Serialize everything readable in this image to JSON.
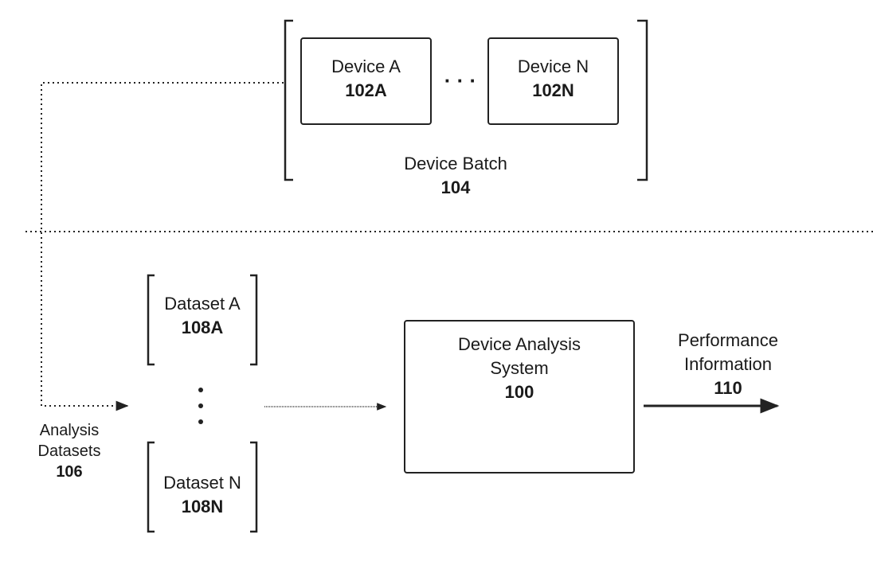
{
  "device_batch": {
    "devices": [
      {
        "name": "Device A",
        "ref": "102A"
      },
      {
        "name": "Device N",
        "ref": "102N"
      }
    ],
    "ellipsis": "· · ·",
    "label": "Device Batch",
    "ref": "104"
  },
  "datasets": {
    "items": [
      {
        "name": "Dataset A",
        "ref": "108A"
      },
      {
        "name": "Dataset N",
        "ref": "108N"
      }
    ],
    "label_lines": [
      "Analysis",
      "Datasets"
    ],
    "ref": "106"
  },
  "analysis_system": {
    "name_lines": [
      "Device Analysis",
      "System"
    ],
    "ref": "100"
  },
  "output": {
    "label_lines": [
      "Performance",
      "Information"
    ],
    "ref": "110"
  }
}
